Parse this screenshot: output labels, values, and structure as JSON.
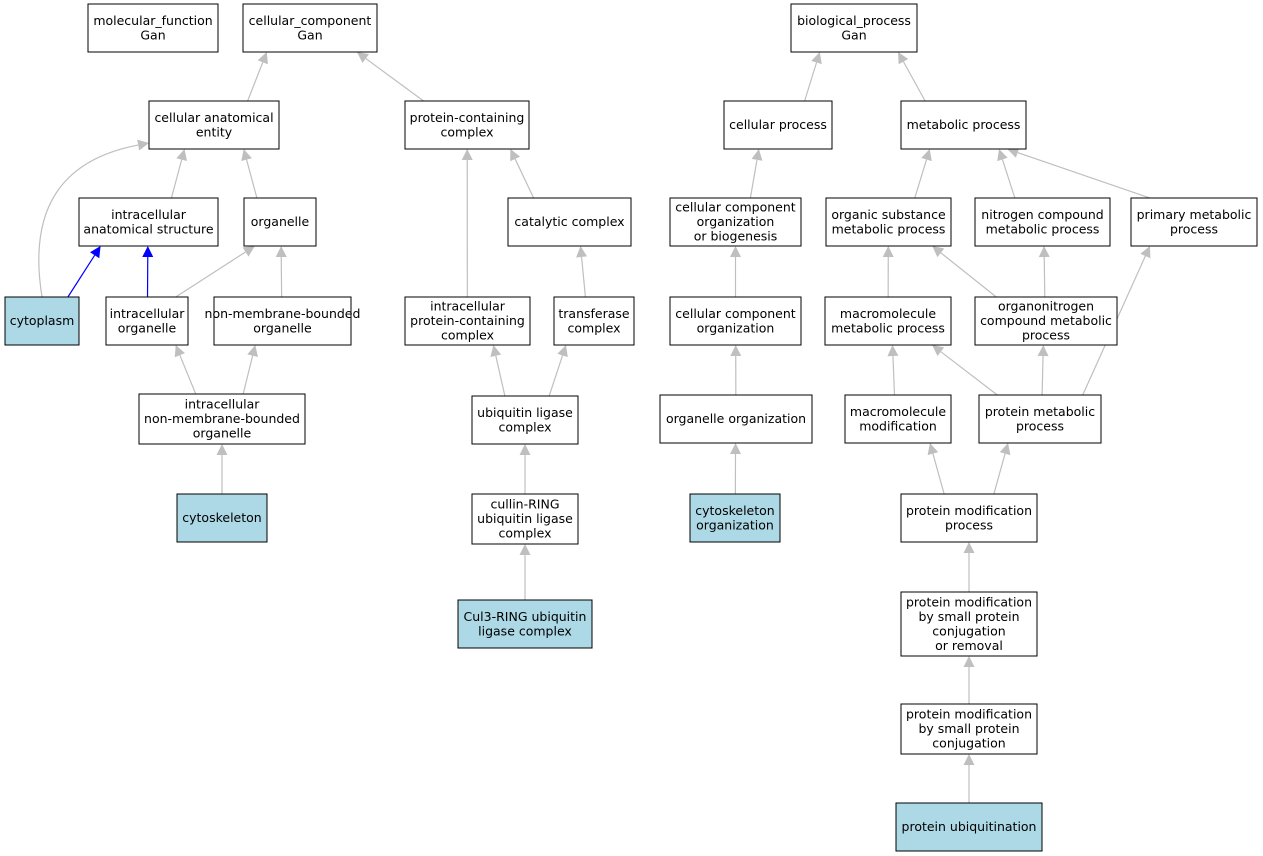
{
  "colors": {
    "highlight": "#add8e6",
    "edge": "#bfbfbf",
    "edge_annotated": "#0000ff"
  },
  "nodes": {
    "mf": {
      "lines": [
        "molecular_function",
        "Gan"
      ],
      "highlight": false
    },
    "cc": {
      "lines": [
        "cellular_component",
        "Gan"
      ],
      "highlight": false
    },
    "cae": {
      "lines": [
        "cellular anatomical",
        "entity"
      ],
      "highlight": false
    },
    "pcc": {
      "lines": [
        "protein-containing",
        "complex"
      ],
      "highlight": false
    },
    "ias": {
      "lines": [
        "intracellular",
        "anatomical structure"
      ],
      "highlight": false
    },
    "org": {
      "lines": [
        "organelle"
      ],
      "highlight": false
    },
    "catc": {
      "lines": [
        "catalytic complex"
      ],
      "highlight": false
    },
    "cyto": {
      "lines": [
        "cytoplasm"
      ],
      "highlight": true
    },
    "iorg": {
      "lines": [
        "intracellular",
        "organelle"
      ],
      "highlight": false
    },
    "nmbo": {
      "lines": [
        "non-membrane-bounded",
        "organelle"
      ],
      "highlight": false
    },
    "ipcc": {
      "lines": [
        "intracellular",
        "protein-containing",
        "complex"
      ],
      "highlight": false
    },
    "tfc": {
      "lines": [
        "transferase",
        "complex"
      ],
      "highlight": false
    },
    "inmbo": {
      "lines": [
        "intracellular",
        "non-membrane-bounded",
        "organelle"
      ],
      "highlight": false
    },
    "ulc": {
      "lines": [
        "ubiquitin ligase",
        "complex"
      ],
      "highlight": false
    },
    "cytosk": {
      "lines": [
        "cytoskeleton"
      ],
      "highlight": true
    },
    "crulc": {
      "lines": [
        "cullin-RING",
        "ubiquitin ligase",
        "complex"
      ],
      "highlight": false
    },
    "cul3": {
      "lines": [
        "Cul3-RING ubiquitin",
        "ligase complex"
      ],
      "highlight": true
    },
    "bp": {
      "lines": [
        "biological_process",
        "Gan"
      ],
      "highlight": false
    },
    "cp": {
      "lines": [
        "cellular process"
      ],
      "highlight": false
    },
    "mp": {
      "lines": [
        "metabolic process"
      ],
      "highlight": false
    },
    "ccob": {
      "lines": [
        "cellular component",
        "organization",
        "or biogenesis"
      ],
      "highlight": false
    },
    "osmp": {
      "lines": [
        "organic substance",
        "metabolic process"
      ],
      "highlight": false
    },
    "ncmp": {
      "lines": [
        "nitrogen compound",
        "metabolic process"
      ],
      "highlight": false
    },
    "pmp": {
      "lines": [
        "primary metabolic",
        "process"
      ],
      "highlight": false
    },
    "cco": {
      "lines": [
        "cellular component",
        "organization"
      ],
      "highlight": false
    },
    "mmp": {
      "lines": [
        "macromolecule",
        "metabolic process"
      ],
      "highlight": false
    },
    "oncmp": {
      "lines": [
        "organonitrogen",
        "compound metabolic",
        "process"
      ],
      "highlight": false
    },
    "oo": {
      "lines": [
        "organelle organization"
      ],
      "highlight": false
    },
    "mm": {
      "lines": [
        "macromolecule",
        "modification"
      ],
      "highlight": false
    },
    "protmp": {
      "lines": [
        "protein metabolic",
        "process"
      ],
      "highlight": false
    },
    "cskorg": {
      "lines": [
        "cytoskeleton",
        "organization"
      ],
      "highlight": true
    },
    "pmodp": {
      "lines": [
        "protein modification",
        "process"
      ],
      "highlight": false
    },
    "pmspcr": {
      "lines": [
        "protein modification",
        "by small protein",
        "conjugation",
        "or removal"
      ],
      "highlight": false
    },
    "pmspc": {
      "lines": [
        "protein modification",
        "by small protein",
        "conjugation"
      ],
      "highlight": false
    },
    "pu": {
      "lines": [
        "protein ubiquitination"
      ],
      "highlight": true
    }
  },
  "edges": [
    {
      "from": "cae",
      "to": "cc",
      "annotated": false
    },
    {
      "from": "pcc",
      "to": "cc",
      "annotated": false
    },
    {
      "from": "ias",
      "to": "cae",
      "annotated": false
    },
    {
      "from": "org",
      "to": "cae",
      "annotated": false
    },
    {
      "from": "cyto",
      "to": "cae",
      "annotated": false
    },
    {
      "from": "cyto",
      "to": "ias",
      "annotated": true
    },
    {
      "from": "iorg",
      "to": "ias",
      "annotated": true
    },
    {
      "from": "iorg",
      "to": "org",
      "annotated": false
    },
    {
      "from": "nmbo",
      "to": "org",
      "annotated": false
    },
    {
      "from": "inmbo",
      "to": "iorg",
      "annotated": false
    },
    {
      "from": "inmbo",
      "to": "nmbo",
      "annotated": false
    },
    {
      "from": "cytosk",
      "to": "inmbo",
      "annotated": false
    },
    {
      "from": "catc",
      "to": "pcc",
      "annotated": false
    },
    {
      "from": "ipcc",
      "to": "pcc",
      "annotated": false
    },
    {
      "from": "tfc",
      "to": "catc",
      "annotated": false
    },
    {
      "from": "ulc",
      "to": "ipcc",
      "annotated": false
    },
    {
      "from": "ulc",
      "to": "tfc",
      "annotated": false
    },
    {
      "from": "crulc",
      "to": "ulc",
      "annotated": false
    },
    {
      "from": "cul3",
      "to": "crulc",
      "annotated": false
    },
    {
      "from": "cp",
      "to": "bp",
      "annotated": false
    },
    {
      "from": "mp",
      "to": "bp",
      "annotated": false
    },
    {
      "from": "ccob",
      "to": "cp",
      "annotated": false
    },
    {
      "from": "cco",
      "to": "ccob",
      "annotated": false
    },
    {
      "from": "oo",
      "to": "cco",
      "annotated": false
    },
    {
      "from": "cskorg",
      "to": "oo",
      "annotated": false
    },
    {
      "from": "osmp",
      "to": "mp",
      "annotated": false
    },
    {
      "from": "ncmp",
      "to": "mp",
      "annotated": false
    },
    {
      "from": "pmp",
      "to": "mp",
      "annotated": false
    },
    {
      "from": "mmp",
      "to": "osmp",
      "annotated": false
    },
    {
      "from": "oncmp",
      "to": "osmp",
      "annotated": false
    },
    {
      "from": "oncmp",
      "to": "ncmp",
      "annotated": false
    },
    {
      "from": "mm",
      "to": "mmp",
      "annotated": false
    },
    {
      "from": "protmp",
      "to": "mmp",
      "annotated": false
    },
    {
      "from": "protmp",
      "to": "oncmp",
      "annotated": false
    },
    {
      "from": "protmp",
      "to": "pmp",
      "annotated": false
    },
    {
      "from": "pmodp",
      "to": "mm",
      "annotated": false
    },
    {
      "from": "pmodp",
      "to": "protmp",
      "annotated": false
    },
    {
      "from": "pmspcr",
      "to": "pmodp",
      "annotated": false
    },
    {
      "from": "pmspc",
      "to": "pmspcr",
      "annotated": false
    },
    {
      "from": "pu",
      "to": "pmspc",
      "annotated": false
    }
  ]
}
